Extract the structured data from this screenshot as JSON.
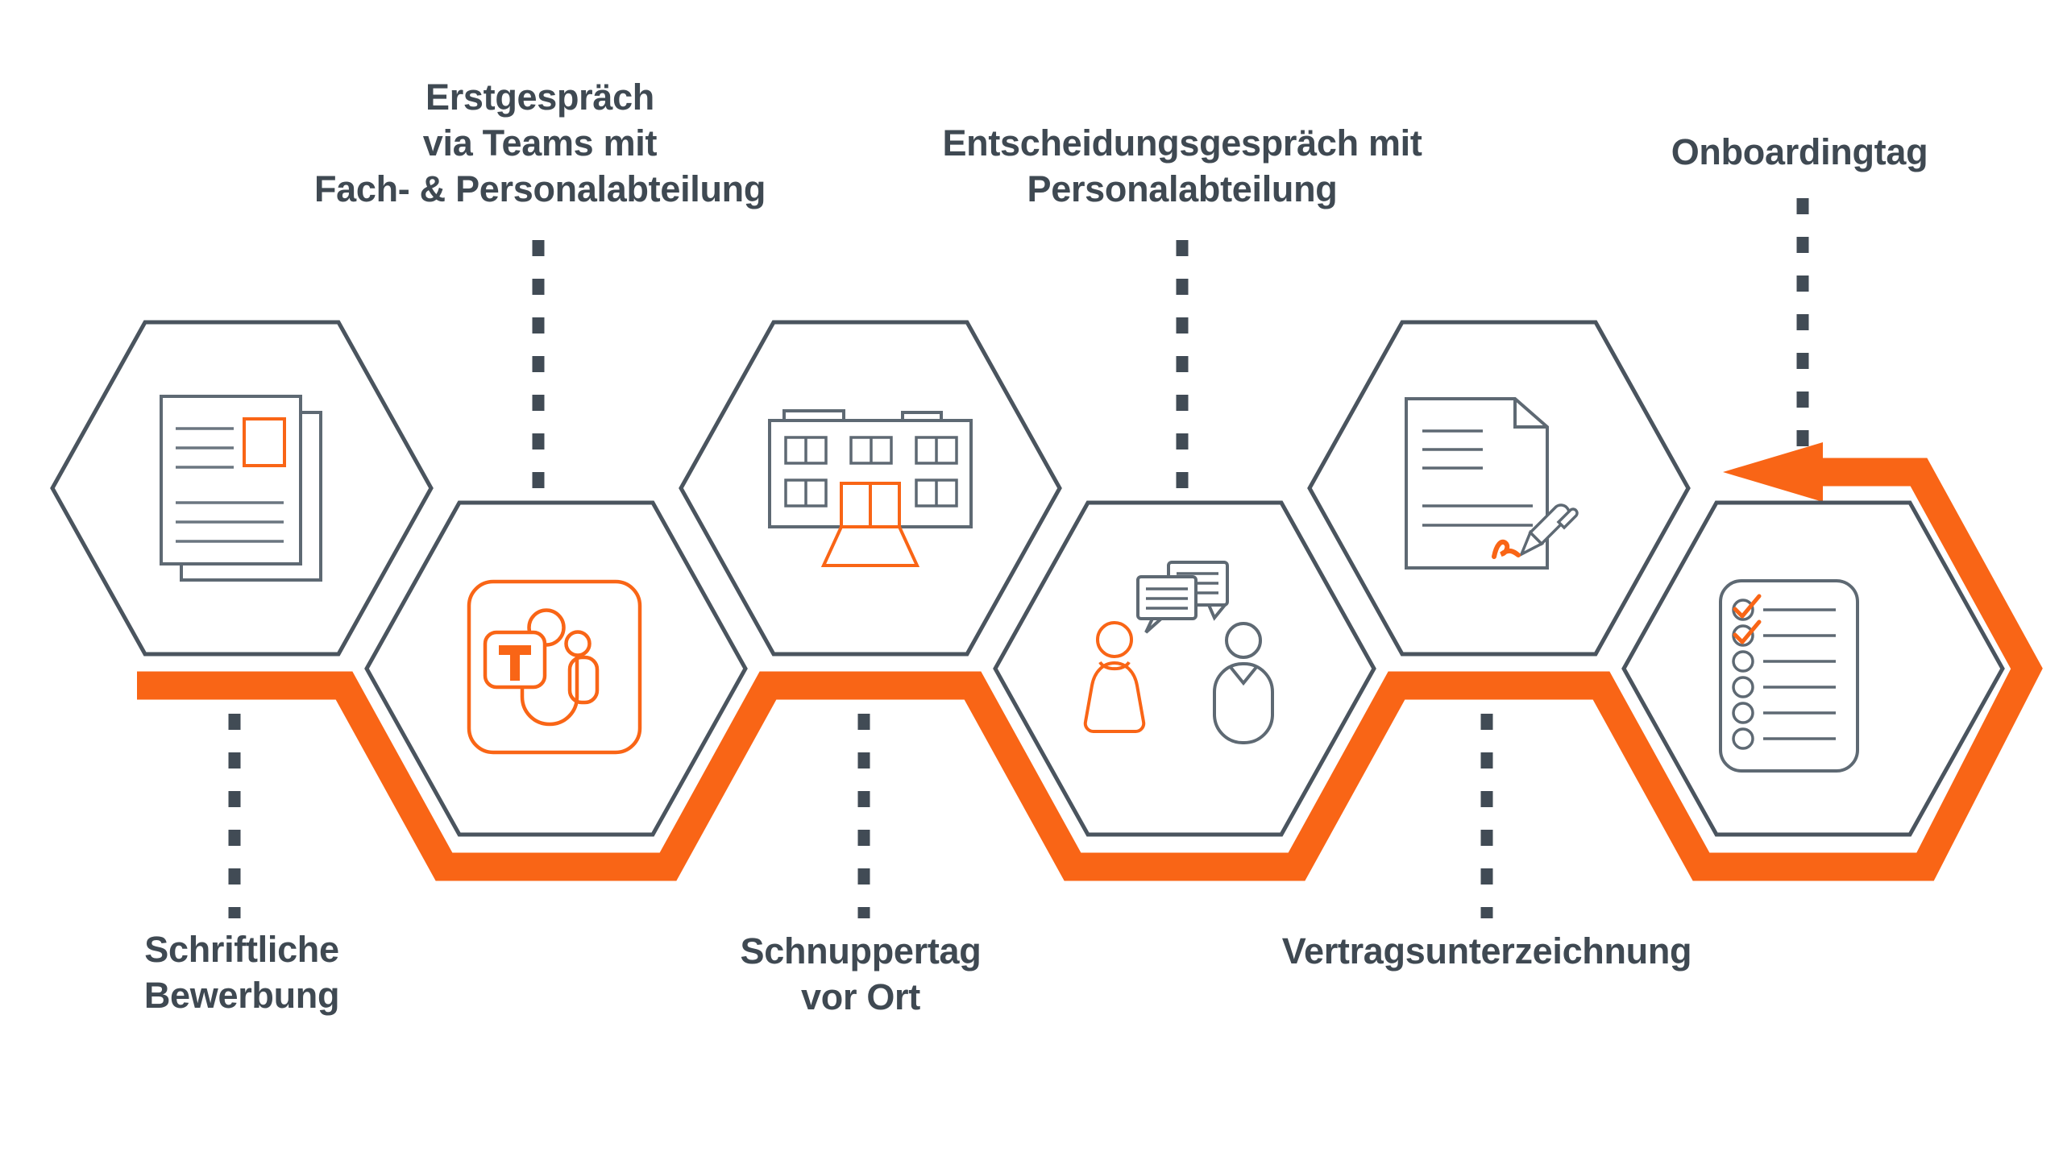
{
  "diagram": {
    "type": "recruiting-process-flow",
    "language": "de",
    "colors": {
      "accent_orange": "#F96516",
      "text_dark": "#3F4952",
      "hexagon_stroke": "#4A545E",
      "icon_gray": "#5E6973",
      "dash_gray": "#414B55",
      "background": "#FFFFFF"
    },
    "ribbon": {
      "style": "zigzag-arrow",
      "direction": "ends-with-left-pointing-arrow-at-last-step",
      "color": "#F96516"
    }
  },
  "steps": [
    {
      "order": 1,
      "label_lines": [
        "Schriftliche",
        "Bewerbung"
      ],
      "label_position": "bottom",
      "icon": "cv-document-icon"
    },
    {
      "order": 2,
      "label_lines": [
        "Erstgespräch",
        "via Teams mit",
        "Fach- & Personalabteilung"
      ],
      "label_position": "top",
      "icon": "teams-icon"
    },
    {
      "order": 3,
      "label_lines": [
        "Schnuppertag",
        "vor Ort"
      ],
      "label_position": "bottom",
      "icon": "building-icon"
    },
    {
      "order": 4,
      "label_lines": [
        "Entscheidungsgespräch mit",
        "Personalabteilung"
      ],
      "label_position": "top",
      "icon": "conversation-icon"
    },
    {
      "order": 5,
      "label_lines": [
        "Vertragsunterzeichnung"
      ],
      "label_position": "bottom",
      "icon": "contract-signing-icon"
    },
    {
      "order": 6,
      "label_lines": [
        "Onboardingtag"
      ],
      "label_position": "top",
      "icon": "checklist-icon"
    }
  ]
}
